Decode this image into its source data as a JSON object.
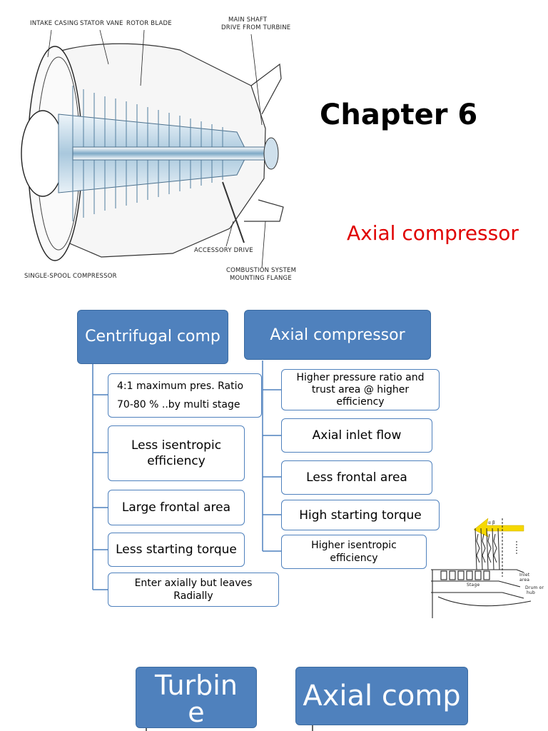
{
  "engine_labels": {
    "intake_casing": "INTAKE CASING",
    "stator_vane": "STATOR VANE",
    "rotor_blade": "ROTOR BLADE",
    "main_shaft_1": "MAIN SHAFT",
    "main_shaft_2": "DRIVE FROM TURBINE",
    "accessory_drive": "ACCESSORY DRIVE",
    "combustion_1": "COMBUSTION SYSTEM",
    "combustion_2": "MOUNTING FLANGE",
    "single_spool": "SINGLE-SPOOL COMPRESSOR"
  },
  "title": "Chapter 6",
  "subtitle": "Axial compressor",
  "centrifugal": {
    "header": "Centrifugal comp",
    "items": [
      {
        "line1": "4:1 maximum pres. Ratio",
        "line2": "70-80 % ..by multi stage"
      },
      {
        "text": "Less isentropic efficiency"
      },
      {
        "text": "Large frontal area"
      },
      {
        "text": "Less starting torque"
      },
      {
        "text": "Enter axially but leaves Radially"
      }
    ]
  },
  "axial": {
    "header": "Axial compressor",
    "items": [
      {
        "text": "Higher pressure ratio and trust area @ higher efficiency"
      },
      {
        "text": "Axial inlet flow"
      },
      {
        "text": "Less frontal area"
      },
      {
        "text": "High starting torque"
      },
      {
        "text": "Higher isentropic efficiency"
      }
    ]
  },
  "small_diagram_labels": {
    "inlet_area_1": "Inlet",
    "inlet_area_2": "area",
    "stage": "Stage",
    "drum_hub_1": "Drum or",
    "drum_hub_2": "hub"
  },
  "bottom": {
    "turbine_line1": "Turbin",
    "turbine_line2": "e",
    "axial_comp": "Axial comp"
  },
  "colors": {
    "accent": "#4f81bd",
    "subtitle": "#e00000"
  }
}
